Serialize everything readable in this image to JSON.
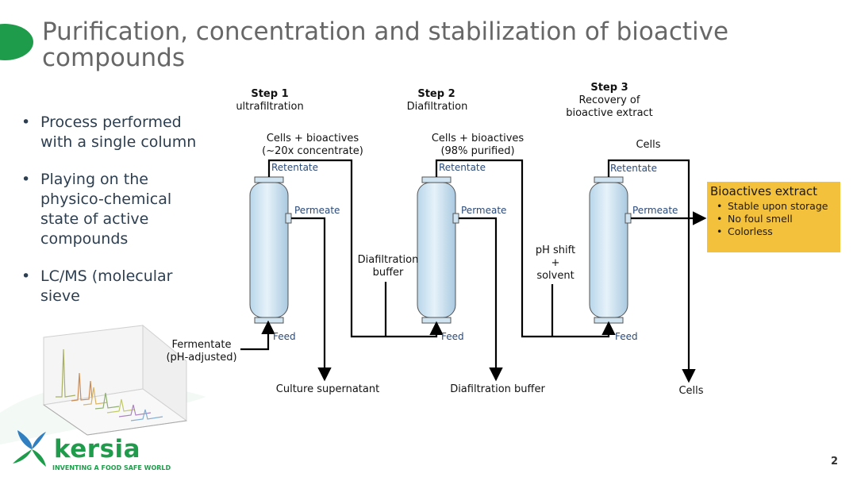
{
  "title": "Purification, concentration and stabilization of bioactive compounds",
  "bullets": [
    "Process performed with a single column",
    "Playing on the physico-chemical state of active compounds",
    "LC/MS (molecular sieve"
  ],
  "steps": [
    {
      "name": "Step 1",
      "desc": "ultrafiltration"
    },
    {
      "name": "Step 2",
      "desc": "Diafiltration"
    },
    {
      "name": "Step 3",
      "desc_line1": "Recovery of",
      "desc_line2": "bioactive extract"
    }
  ],
  "ports": {
    "retentate": "Retentate",
    "permeate": "Permeate",
    "feed": "Feed"
  },
  "streams": {
    "step1_retentate_line1": "Cells + bioactives",
    "step1_retentate_line2": "(~20x concentrate)",
    "step2_retentate_line1": "Cells + bioactives",
    "step2_retentate_line2": "(98% purified)",
    "step3_retentate": "Cells",
    "fermentate_line1": "Fermentate",
    "fermentate_line2": "(pH-adjusted)",
    "culture_supernatant": "Culture supernatant",
    "diafiltration_buffer_in_line1": "Diafiltration",
    "diafiltration_buffer_in_line2": "buffer",
    "diafiltration_buffer_out": "Diafiltration buffer",
    "ph_shift_line1": "pH shift",
    "ph_shift_line2": "+",
    "ph_shift_line3": "solvent",
    "cells_out": "Cells"
  },
  "extract": {
    "title": "Bioactives extract",
    "items": [
      "Stable upon storage",
      "No foul smell",
      "Colorless"
    ],
    "color": "#f4c13d"
  },
  "brand": {
    "name": "kersia",
    "tagline": "INVENTING A FOOD SAFE WORLD",
    "color": "#1f9c4b"
  },
  "page_number": "2"
}
